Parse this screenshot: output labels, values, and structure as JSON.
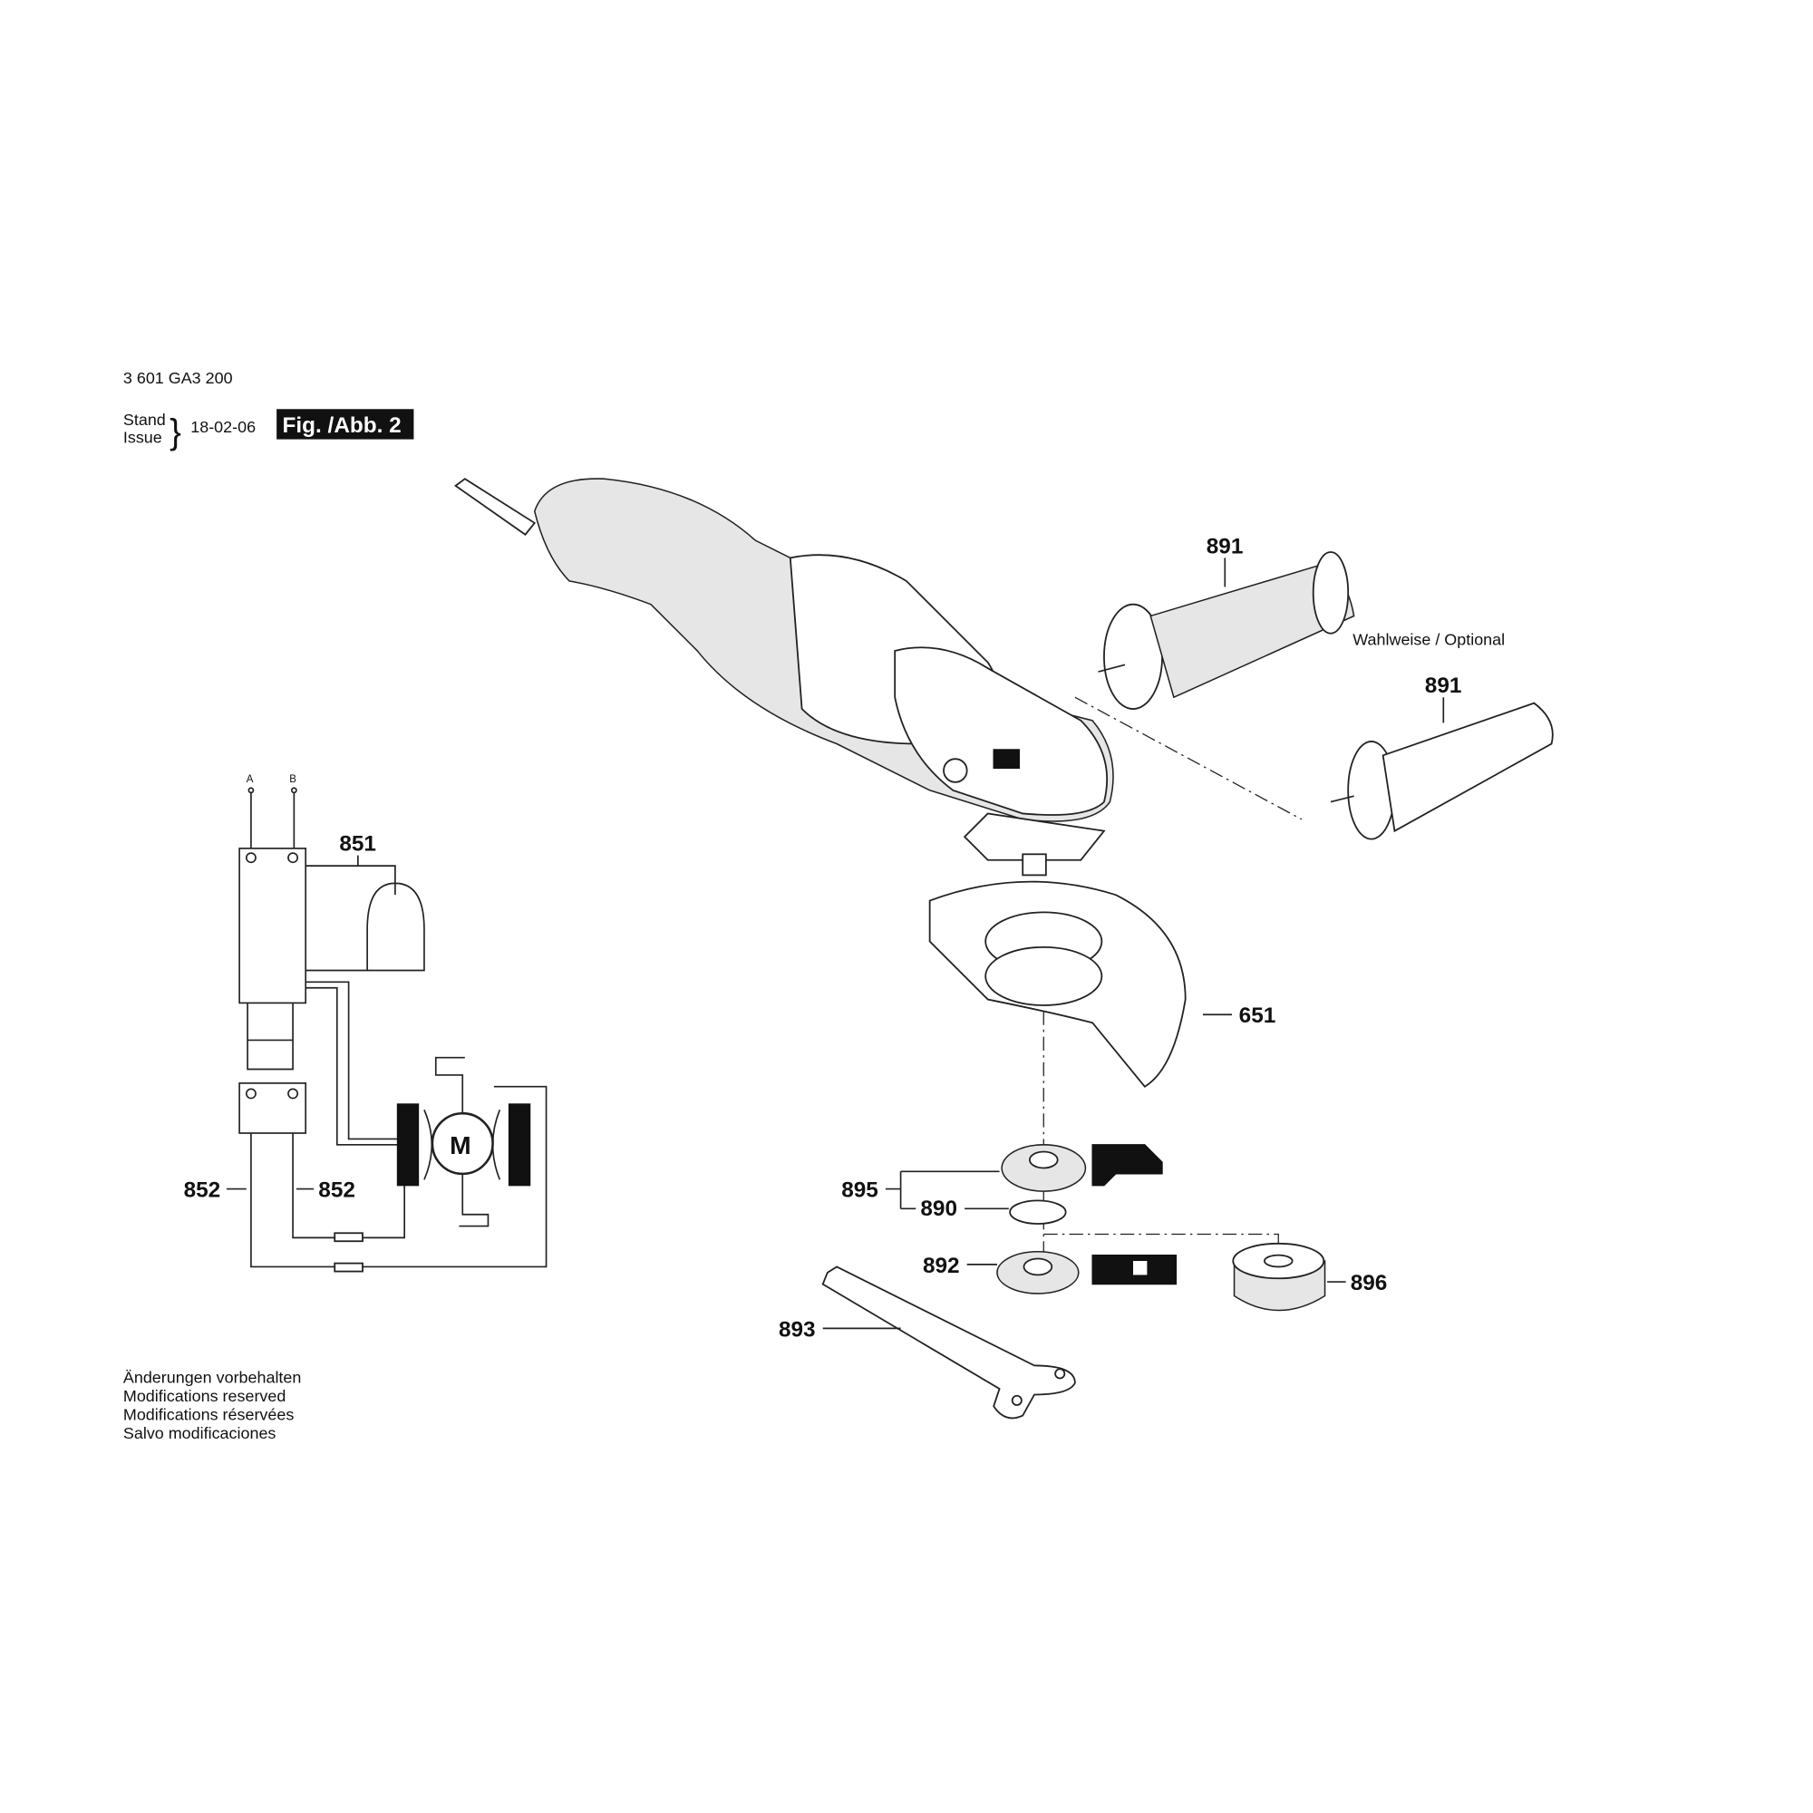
{
  "header": {
    "part_number": "3 601 GA3 200",
    "stand_label": "Stand",
    "issue_label": "Issue",
    "date": "18-02-06",
    "figure_label": "Fig. /Abb. 2"
  },
  "optional_note": "Wahlweise / Optional",
  "callouts": {
    "handle_main": "891",
    "handle_optional": "891",
    "guard": "651",
    "flange_assembly": "895",
    "o_ring": "890",
    "clamping_nut": "892",
    "quick_nut": "896",
    "spanner": "893",
    "switch": "851",
    "brush_left": "852",
    "brush_right": "852"
  },
  "schematic": {
    "terminal_a": "A",
    "terminal_b": "B",
    "motor": "M"
  },
  "footer": {
    "lines": [
      "Änderungen vorbehalten",
      "Modifications reserved",
      "Modifications réservées",
      "Salvo modificaciones"
    ]
  }
}
